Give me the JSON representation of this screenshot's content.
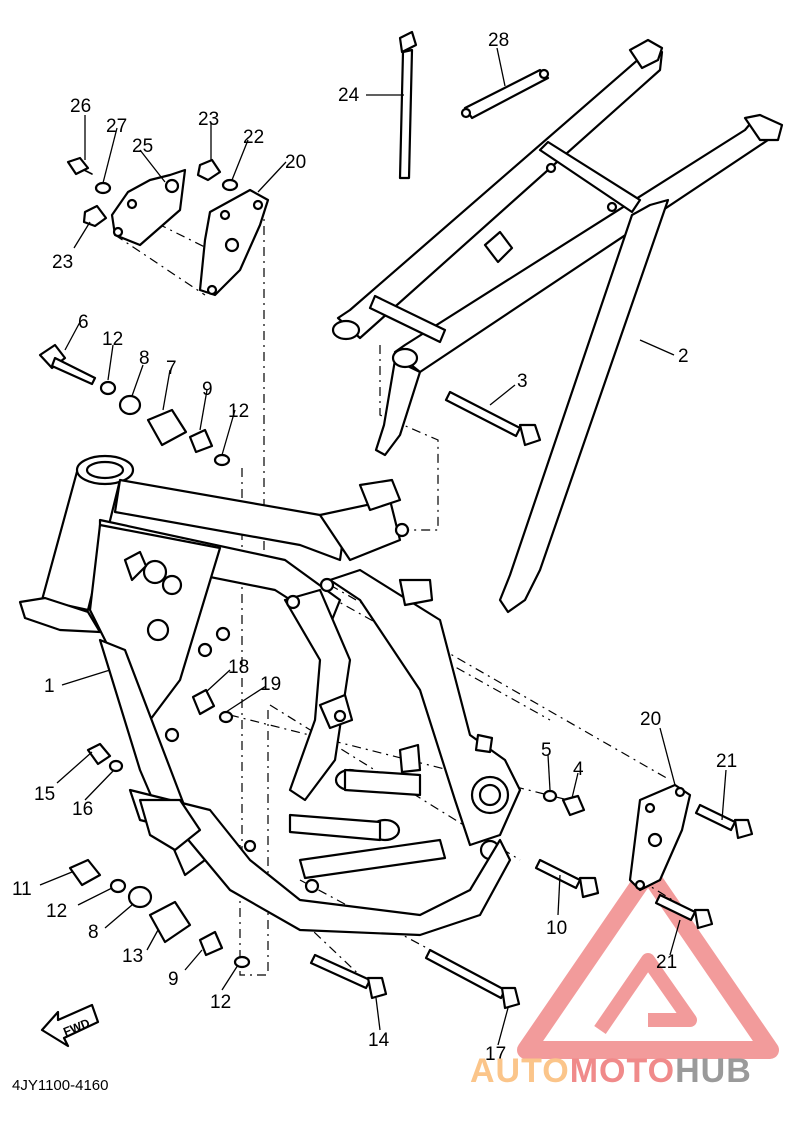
{
  "diagram_code": "4JY1100-4160",
  "fwd_label": "FWD",
  "watermark": {
    "part1": "AUTO",
    "part2": "MOTO",
    "part3": "HUB",
    "color_primary": "#f08a8a",
    "color_secondary": "#fbc58a",
    "color_dark": "#9a9a9a"
  },
  "callouts": {
    "c1": "1",
    "c2": "2",
    "c3": "3",
    "c4": "4",
    "c5": "5",
    "c6": "6",
    "c7": "7",
    "c8a": "8",
    "c8b": "8",
    "c9a": "9",
    "c9b": "9",
    "c10": "10",
    "c11": "11",
    "c12a": "12",
    "c12b": "12",
    "c12c": "12",
    "c12d": "12",
    "c13": "13",
    "c14": "14",
    "c15": "15",
    "c16": "16",
    "c17": "17",
    "c18": "18",
    "c19": "19",
    "c20a": "20",
    "c20b": "20",
    "c21a": "21",
    "c21b": "21",
    "c22": "22",
    "c23a": "23",
    "c23b": "23",
    "c24": "24",
    "c25": "25",
    "c26": "26",
    "c27": "27",
    "c28": "28"
  }
}
